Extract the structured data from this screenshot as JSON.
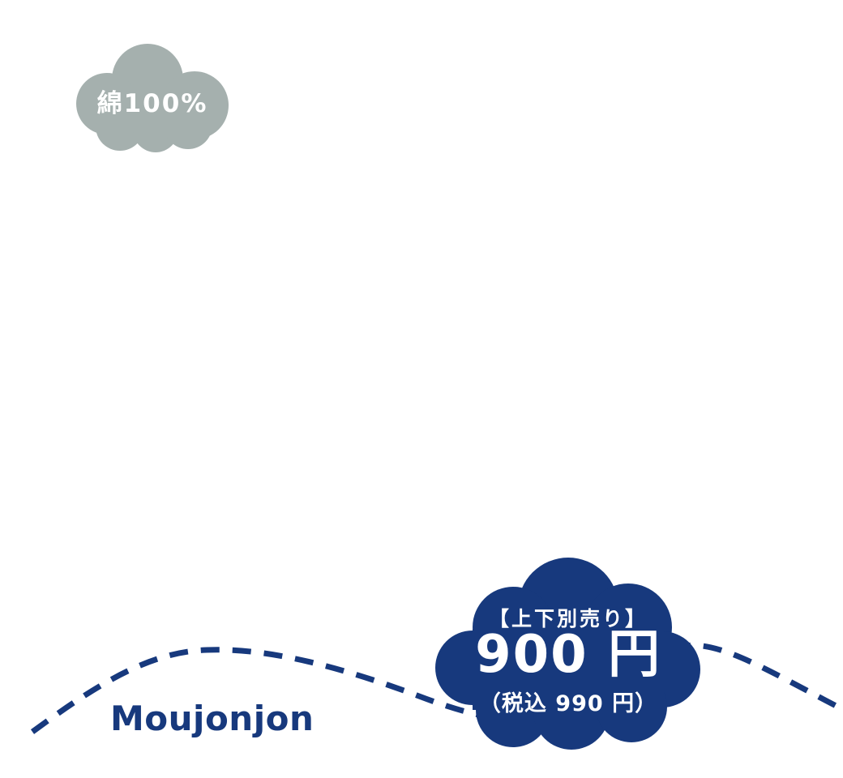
{
  "colors": {
    "navy": "#17397d",
    "cloud-gray": "#a5b0ae",
    "text-white": "#ffffff"
  },
  "cotton_badge": {
    "label": "綿100%"
  },
  "price_badge": {
    "note": "【上下別売り】",
    "price": "900 円",
    "tax_note": "（税込 990 円）"
  },
  "brand": {
    "logo_text": "Moujonjon"
  }
}
